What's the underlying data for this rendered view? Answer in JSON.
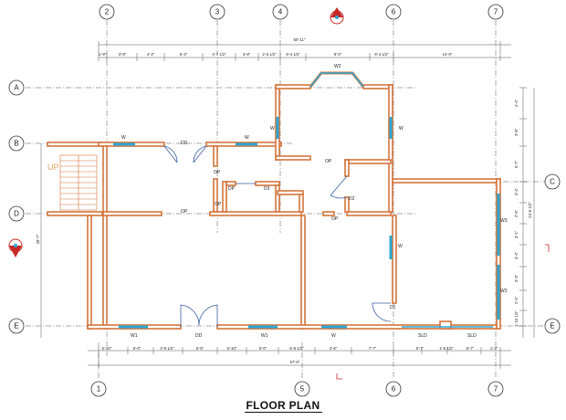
{
  "title": "FLOOR PLAN",
  "grid_top": [
    "2",
    "3",
    "4",
    "6",
    "7"
  ],
  "grid_bottom": [
    "1",
    "5",
    "6",
    "7"
  ],
  "grid_left": [
    "A",
    "B",
    "D",
    "E"
  ],
  "grid_right": [
    "C",
    "E"
  ],
  "dims_top_overall": "50'-11\"",
  "dims_top": [
    "1'-9\"",
    "3'-8\"",
    "4'-2\"",
    "5'-4\"",
    "4'-7 1/2\"",
    "3'-8\"",
    "2'-6 1/2\"",
    "6'-4 1/2\"",
    "8'-0\"",
    "6'-4 1/2\"",
    "14'-0\""
  ],
  "dims_bottom": [
    "5'-10\"",
    "5'-0\"",
    "3'-9 1/2\"",
    "5'-6\"",
    "5'-10\"",
    "5'-0\"",
    "5'-5 1/2\"",
    "3'-6\"",
    "7'-7\"",
    "5'-7\"",
    "1'-6 1/2\"",
    "5'-7\"",
    "1'-3\""
  ],
  "dims_bottom_overall": "57'-6\"",
  "dims_right": [
    "4'-4\"",
    "3'-8\"",
    "5'-7\"",
    "3'-4\"",
    "2'-6\"",
    "3'-1\"",
    "3'-4\"",
    "3'-3\"",
    "2'-4\"",
    "1'-10 1/2\""
  ],
  "dim_right_overall": "24'-6 1/2\"",
  "dim_left_overall": "28'-7\"",
  "room_labels": {
    "up": "UP",
    "w2": "W2",
    "w_b_left": "W",
    "w_b_mid": "W",
    "w_b_right": "W",
    "w_b_far": "W",
    "dd_top": "DD",
    "op_1": "OP",
    "dp": "DP",
    "d3": "D3",
    "op_2": "OP",
    "op_3": "OP",
    "d2": "D2",
    "op_4": "OP",
    "op_d": "OP",
    "w_right_mid": "W",
    "w3": "W3",
    "w3b": "W3",
    "w1_left": "W1",
    "dd_bottom": "DD",
    "w1_mid": "W1",
    "w_bottom": "W",
    "sld_1": "SLD",
    "sld_2": "SLD",
    "d1": "D1"
  },
  "colors": {
    "wall": "#d4743a",
    "window": "#2aa7d8",
    "north_marker": "#c62828"
  }
}
